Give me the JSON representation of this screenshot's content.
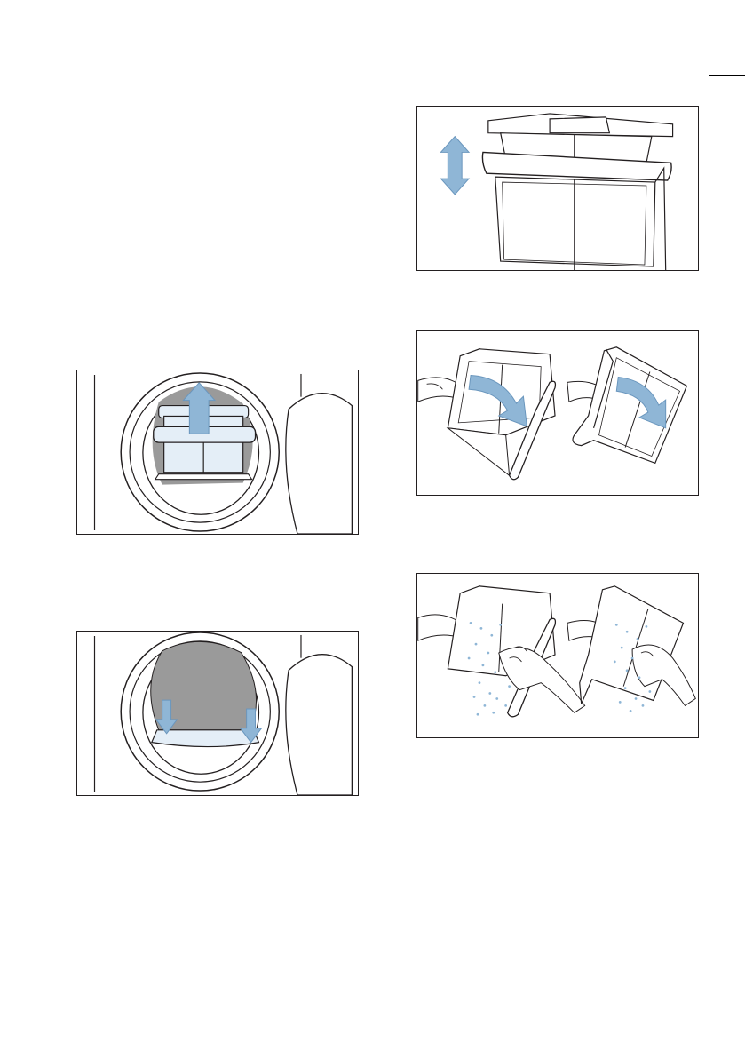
{
  "page": {
    "background": "#ffffff"
  },
  "colors": {
    "frame": "#231f20",
    "line": "#231f20",
    "arrow_fill": "#8fb6d6",
    "arrow_stroke": "#6a96bd",
    "filter_tint": "#e4eef7",
    "drum_shadow": "#9a9a9a",
    "lint_dots": "#8fb6d6"
  },
  "illustrations": [
    {
      "id": "remove-filter-from-door",
      "icons": [
        "door-seal-icon",
        "fluff-filter-icon",
        "arrow-up-icon"
      ]
    },
    {
      "id": "clean-filter-seat",
      "icons": [
        "door-seal-icon",
        "filter-seat-icon",
        "arrow-down-icon",
        "arrow-down-icon"
      ]
    },
    {
      "id": "pull-filter-apart",
      "icons": [
        "fluff-filter-icon",
        "arrow-up-down-icon"
      ]
    },
    {
      "id": "open-filter",
      "icons": [
        "hand-icon",
        "fluff-filter-icon",
        "arrow-curved-icon",
        "hand-icon",
        "fluff-filter-icon",
        "arrow-curved-icon"
      ]
    },
    {
      "id": "wipe-lint-from-filter",
      "icons": [
        "hand-icon",
        "fluff-filter-icon",
        "lint-particles-icon",
        "hand-icon",
        "fluff-filter-icon",
        "lint-particles-icon"
      ]
    }
  ]
}
